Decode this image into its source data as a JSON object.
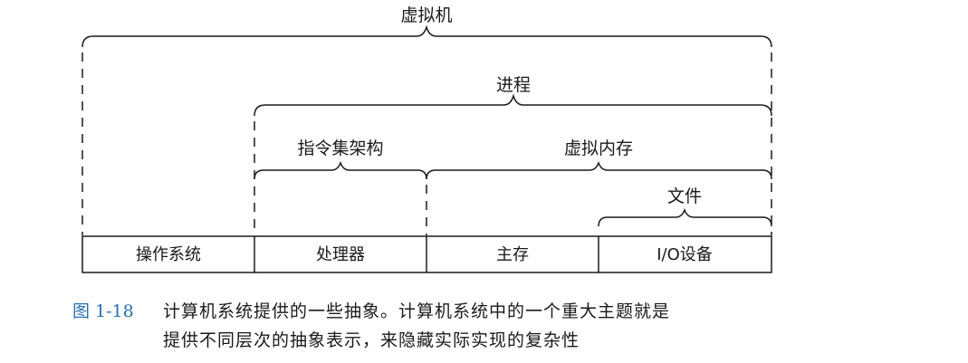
{
  "diagram": {
    "virtual_machine": "虚拟机",
    "process": "进程",
    "isa": "指令集架构",
    "virtual_memory": "虚拟内存",
    "files": "文件",
    "cells": [
      "操作系统",
      "处理器",
      "主存",
      "I/O设备"
    ]
  },
  "caption": {
    "figure_number": "图 1-18",
    "line1": "计算机系统提供的一些抽象。计算机系统中的一个重大主题就是",
    "line2": "提供不同层次的抽象表示，来隐藏实际实现的复杂性"
  }
}
